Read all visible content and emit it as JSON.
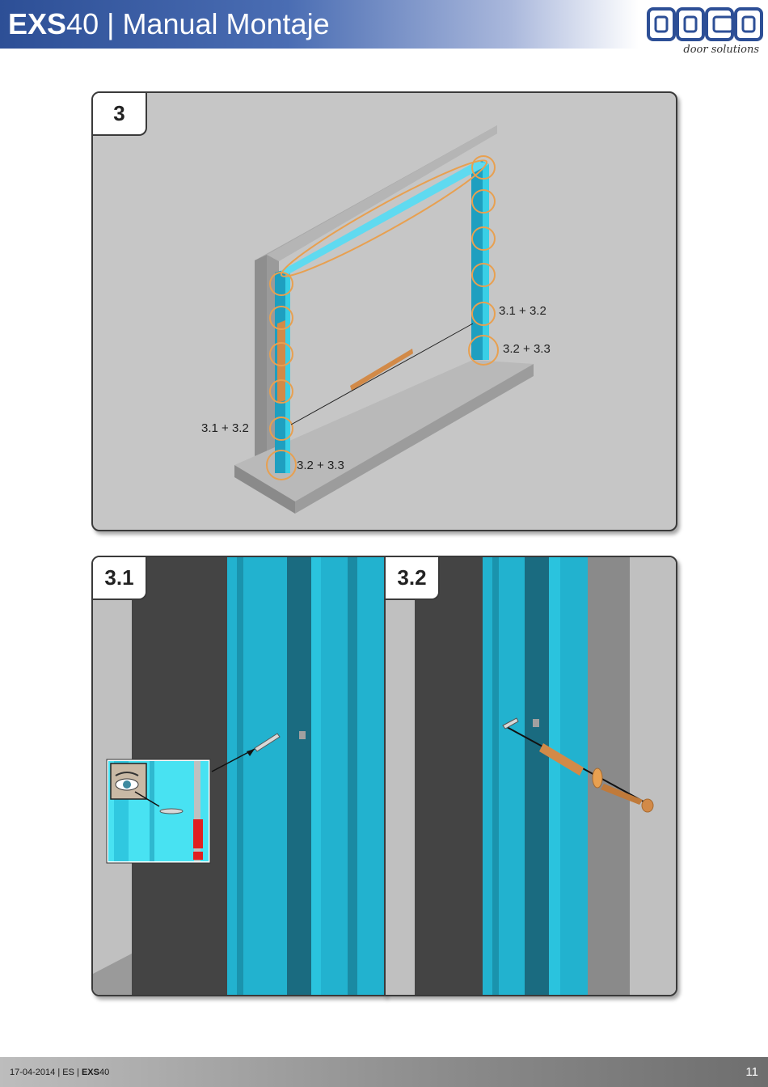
{
  "header": {
    "model": "EXS",
    "title_rest": "40 | Manual Montaje"
  },
  "logo": {
    "word": "DOCO",
    "tagline": "door solutions"
  },
  "step3": {
    "tab": "3",
    "callouts": {
      "right_upper": "3.1 + 3.2",
      "right_lower": "3.2 + 3.3",
      "left_upper": "3.1 + 3.2",
      "left_lower": "3.2 + 3.3"
    }
  },
  "step31": {
    "tab": "3.1"
  },
  "step32": {
    "tab": "3.2"
  },
  "footer": {
    "date": "17-04-2014",
    "sep1": " | ",
    "lang": "ES",
    "sep2": " | ",
    "model_bold": "EXS",
    "model_num": "40",
    "page": "11"
  },
  "colors": {
    "brand_blue": "#2d4f96",
    "frame_cyan": "#22b2cf",
    "accent_orange": "#e8a050",
    "warning_red": "#e02020"
  }
}
